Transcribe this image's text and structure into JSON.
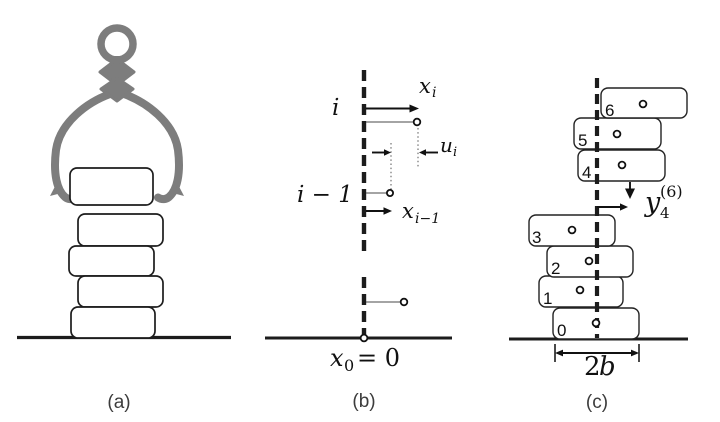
{
  "colors": {
    "background": "#ffffff",
    "ink": "#1c1c1c",
    "claw_gray": "#7d7d7d",
    "thin_line": "#4a4a4a"
  },
  "panel_a": {
    "caption": "(a)"
  },
  "panel_b": {
    "caption": "(b)",
    "row_i_label": "i",
    "row_im1_label": "i − 1",
    "xi": {
      "base": "x",
      "sub": "i"
    },
    "ui": {
      "base": "u",
      "sub": "i"
    },
    "xim1": {
      "base": "x",
      "sub": "i−1"
    },
    "x0": {
      "base": "x",
      "sub": "0",
      "eq": "= 0"
    }
  },
  "panel_c": {
    "caption": "(c)",
    "block_labels": [
      "0",
      "1",
      "2",
      "3",
      "4",
      "5",
      "6"
    ],
    "y46": {
      "base": "y",
      "sub": "4",
      "sup": "(6)"
    },
    "width_label": {
      "num": "2",
      "unit": "b"
    }
  }
}
